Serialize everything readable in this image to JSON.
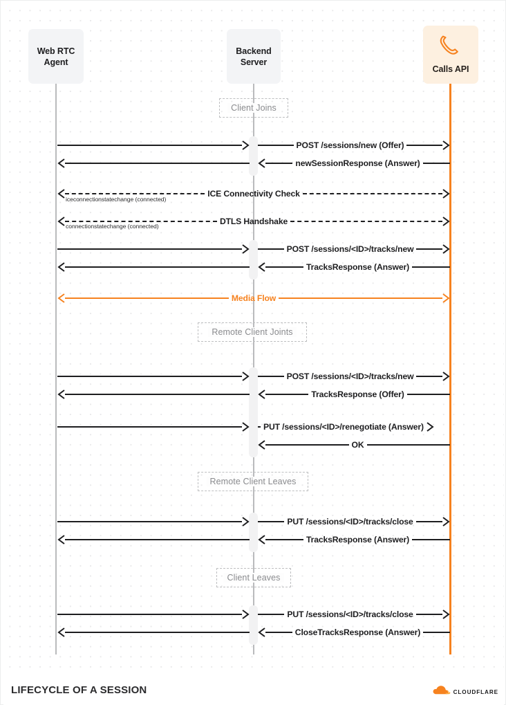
{
  "footer": {
    "title": "LIFECYCLE OF A SESSION",
    "brand": "CLOUDFLARE",
    "brand_icon": "cloudflare-cloud-icon",
    "brand_color": "#f6821f"
  },
  "colors": {
    "accent": "#f6821f",
    "line": "#1d1d1f",
    "lifeline": "#b9babc",
    "actor_bg": "#f3f4f6",
    "api_bg": "#fdf0e0",
    "section_text": "#8a8b8e"
  },
  "actors": [
    {
      "id": "webrtc-agent",
      "label": "Web RTC\nAgent",
      "icon": null,
      "style": "plain"
    },
    {
      "id": "backend-server",
      "label": "Backend\nServer",
      "icon": null,
      "style": "plain"
    },
    {
      "id": "calls-api",
      "label": "Calls API",
      "icon": "phone-icon",
      "style": "api"
    }
  ],
  "sections": [
    {
      "id": "client-joins",
      "label": "Client Joins"
    },
    {
      "id": "remote-client-joints",
      "label": "Remote Client Joints"
    },
    {
      "id": "remote-client-leaves",
      "label": "Remote Client Leaves"
    },
    {
      "id": "client-leaves",
      "label": "Client Leaves"
    }
  ],
  "messages": [
    {
      "id": "m1",
      "label": "POST /sessions/new (Offer)",
      "dir": "right",
      "style": "solid",
      "color": "dark",
      "span": "split",
      "note": null
    },
    {
      "id": "m2",
      "label": "newSessionResponse (Answer)",
      "dir": "left",
      "style": "solid",
      "color": "dark",
      "span": "split",
      "note": null
    },
    {
      "id": "m3",
      "label": "ICE Connectivity Check",
      "dir": "both",
      "style": "dashed",
      "color": "dark",
      "span": "full",
      "note": "iceconnectionstatechange (connected)"
    },
    {
      "id": "m4",
      "label": "DTLS Handshake",
      "dir": "both",
      "style": "dashed",
      "color": "dark",
      "span": "full",
      "note": "connectionstatechange (connected)"
    },
    {
      "id": "m5",
      "label": "POST /sessions/<ID>/tracks/new",
      "dir": "right",
      "style": "solid",
      "color": "dark",
      "span": "split",
      "note": null
    },
    {
      "id": "m6",
      "label": "TracksResponse (Answer)",
      "dir": "left",
      "style": "solid",
      "color": "dark",
      "span": "split",
      "note": null
    },
    {
      "id": "m7",
      "label": "Media Flow",
      "dir": "both",
      "style": "solid",
      "color": "orange",
      "span": "full",
      "note": null
    },
    {
      "id": "m8",
      "label": "POST /sessions/<ID>/tracks/new",
      "dir": "right",
      "style": "solid",
      "color": "dark",
      "span": "split",
      "note": null
    },
    {
      "id": "m9",
      "label": "TracksResponse (Offer)",
      "dir": "left",
      "style": "solid",
      "color": "dark",
      "span": "split",
      "note": null
    },
    {
      "id": "m10",
      "label": "PUT /sessions/<ID>/renegotiate (Answer)",
      "dir": "right",
      "style": "solid",
      "color": "dark",
      "span": "split",
      "note": null
    },
    {
      "id": "m11",
      "label": "OK",
      "dir": "left",
      "style": "solid",
      "color": "dark",
      "span": "right",
      "note": null
    },
    {
      "id": "m12",
      "label": "PUT /sessions/<ID>/tracks/close",
      "dir": "right",
      "style": "solid",
      "color": "dark",
      "span": "split",
      "note": null
    },
    {
      "id": "m13",
      "label": "TracksResponse (Answer)",
      "dir": "left",
      "style": "solid",
      "color": "dark",
      "span": "split",
      "note": null
    },
    {
      "id": "m14",
      "label": "PUT /sessions/<ID>/tracks/close",
      "dir": "right",
      "style": "solid",
      "color": "dark",
      "span": "split",
      "note": null
    },
    {
      "id": "m15",
      "label": "CloseTracksResponse (Answer)",
      "dir": "left",
      "style": "solid",
      "color": "dark",
      "span": "split",
      "note": null
    }
  ]
}
